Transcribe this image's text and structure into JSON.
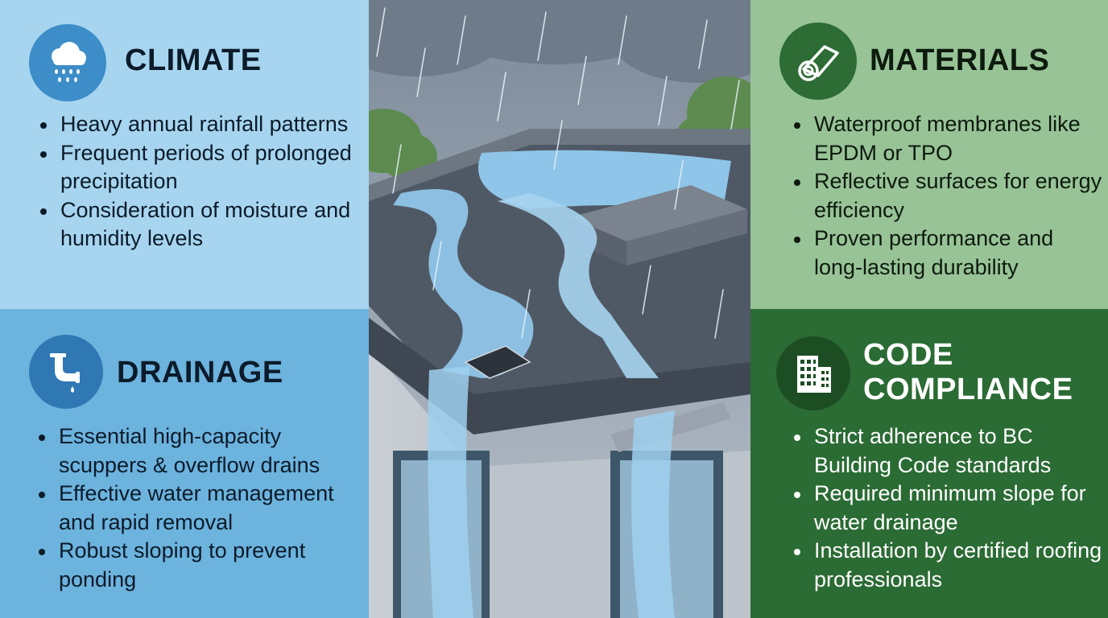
{
  "climate": {
    "icon": "rain-cloud-icon",
    "title": "CLIMATE",
    "bullets": [
      "Heavy annual rainfall patterns",
      "Frequent periods of prolonged precipitation",
      "Consideration of moisture and humidity levels"
    ]
  },
  "drainage": {
    "icon": "drain-pipe-icon",
    "title": "DRAINAGE",
    "bullets": [
      "Essential high-capacity scuppers & overflow drains",
      "Effective water management and rapid removal",
      "Robust sloping to prevent ponding"
    ]
  },
  "materials": {
    "icon": "membrane-roll-icon",
    "title": "MATERIALS",
    "bullets": [
      "Waterproof membranes like EPDM or TPO",
      "Reflective surfaces for energy efficiency",
      "Proven performance and long-lasting durability"
    ]
  },
  "code_compliance": {
    "icon": "building-icon",
    "title": "CODE COMPLIANCE",
    "bullets": [
      "Strict adherence to BC Building Code standards",
      "Required minimum slope for water drainage",
      "Installation by certified roofing professionals"
    ]
  },
  "illustration": {
    "subject": "flat-roof-in-rain-illustration"
  },
  "colors": {
    "climate_bg": "#a7d5ef",
    "drainage_bg": "#6cb3de",
    "materials_bg": "#98c397",
    "code_bg": "#2b6b34",
    "water": "#8fc5e8",
    "roof": "#505b66"
  }
}
